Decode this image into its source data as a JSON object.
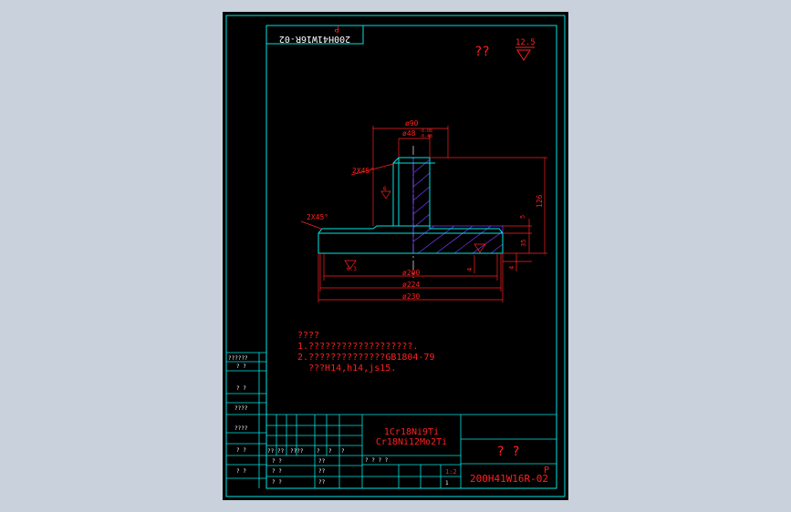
{
  "colors": {
    "page_bg": "#c9d2dc",
    "drawing_bg": "#000000",
    "frame": "#00e5e5",
    "part": "#00e5e5",
    "dimension": "#ff2020",
    "centerline": "#d8d8d8",
    "hatch": "#7b3cff",
    "white": "#ffffff"
  },
  "drawing": {
    "rotated_code": "200H41W16R-02",
    "rotated_code_suffix": "P",
    "roughness_note_text": "??",
    "roughness_value": "12.5",
    "dims": {
      "d90": "ø90",
      "d48": "ø48",
      "tol_upper": "-0.08",
      "tol_lower": "-0.48",
      "chamfer_top": "2X45°",
      "chamfer_bottom": "2X45°",
      "width_6": "6",
      "roughness_3_2": "3.2",
      "height_126": "126",
      "height_5": "5",
      "height_35": "35",
      "step_4": "4",
      "d200": "ø200",
      "d224": "ø224",
      "d230": "ø230",
      "roughness_6_3": "6.3",
      "small_4": "4"
    },
    "notes": {
      "heading": "????",
      "line1": "1.???????????????????.",
      "line2": "2.??????????????GB1804-79",
      "line3": "???H14,h14,js15."
    },
    "title_block": {
      "material_1": "1Cr18Ni9Ti",
      "material_2": "Cr18Ni12Mo2Ti",
      "part_name": "?    ?",
      "drawing_number": "200H41W16R-02",
      "drawing_number_suffix": "P",
      "scale": "1:2",
      "row_label": "? ? ? ?",
      "sheet_count": "1",
      "header_cells": [
        "??",
        "??",
        "????",
        "?",
        "?",
        "?"
      ],
      "left_rows": [
        "? ?",
        "? ?",
        "? ?"
      ],
      "left_rows_2": [
        "??",
        "??",
        "??"
      ]
    },
    "side_column": {
      "label_top": "??????",
      "label_2": "?  ?",
      "label_3": "?  ?",
      "label_4": "????",
      "label_5": "????",
      "label_6": "?    ?",
      "label_7": "?    ?"
    }
  }
}
